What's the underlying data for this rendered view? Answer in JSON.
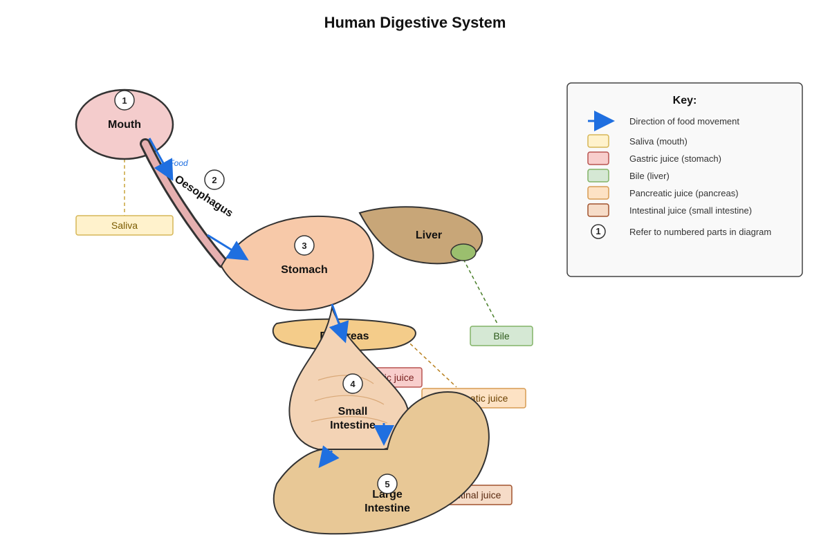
{
  "title": "Human Digestive System",
  "organs": {
    "mouth": "Mouth",
    "oesophagus": "Oesophagus",
    "stomach": "Stomach",
    "liver": "Liver",
    "pancreas": "Pancreas",
    "small_intestine_1": "Small",
    "small_intestine_2": "Intestine",
    "large_intestine_1": "Large",
    "large_intestine_2": "Intestine"
  },
  "numbers": [
    "1",
    "2",
    "3",
    "4",
    "5"
  ],
  "arrow_label": "Food",
  "secretions": {
    "saliva": "Saliva",
    "gastric": "Gastric juice",
    "bile": "Bile",
    "pancreatic": "Pancreatic juice",
    "intestinal": "Intestinal juice"
  },
  "key": {
    "title": "Key:",
    "items": [
      {
        "label": "Direction of food movement",
        "icon": "arrow-icon",
        "color": "#1f6fe0"
      },
      {
        "label": "Saliva (mouth)",
        "fill": "#fff2cc",
        "stroke": "#d6b656"
      },
      {
        "label": "Gastric juice (stomach)",
        "fill": "#f8cecc",
        "stroke": "#b85450"
      },
      {
        "label": "Bile (liver)",
        "fill": "#d5e8d4",
        "stroke": "#82b366"
      },
      {
        "label": "Pancreatic juice (pancreas)",
        "fill": "#fde2c4",
        "stroke": "#d79b52"
      },
      {
        "label": "Intestinal juice (small intestine)",
        "fill": "#f6dcc8",
        "stroke": "#a0522d"
      },
      {
        "label": "Refer to numbered parts in diagram",
        "icon": "number-badge-icon",
        "badge": "1"
      }
    ]
  },
  "colors": {
    "arrow": "#1f6fe0",
    "mouth": "#f4cccc",
    "oesophagus": "#e6b0b0",
    "stomach": "#f7c9a9",
    "liver": "#c8a678",
    "gallbladder": "#9bbf6e",
    "pancreas": "#f4cc8a",
    "small_intestine": "#f3d3b5",
    "large_intestine": "#e8c896"
  }
}
